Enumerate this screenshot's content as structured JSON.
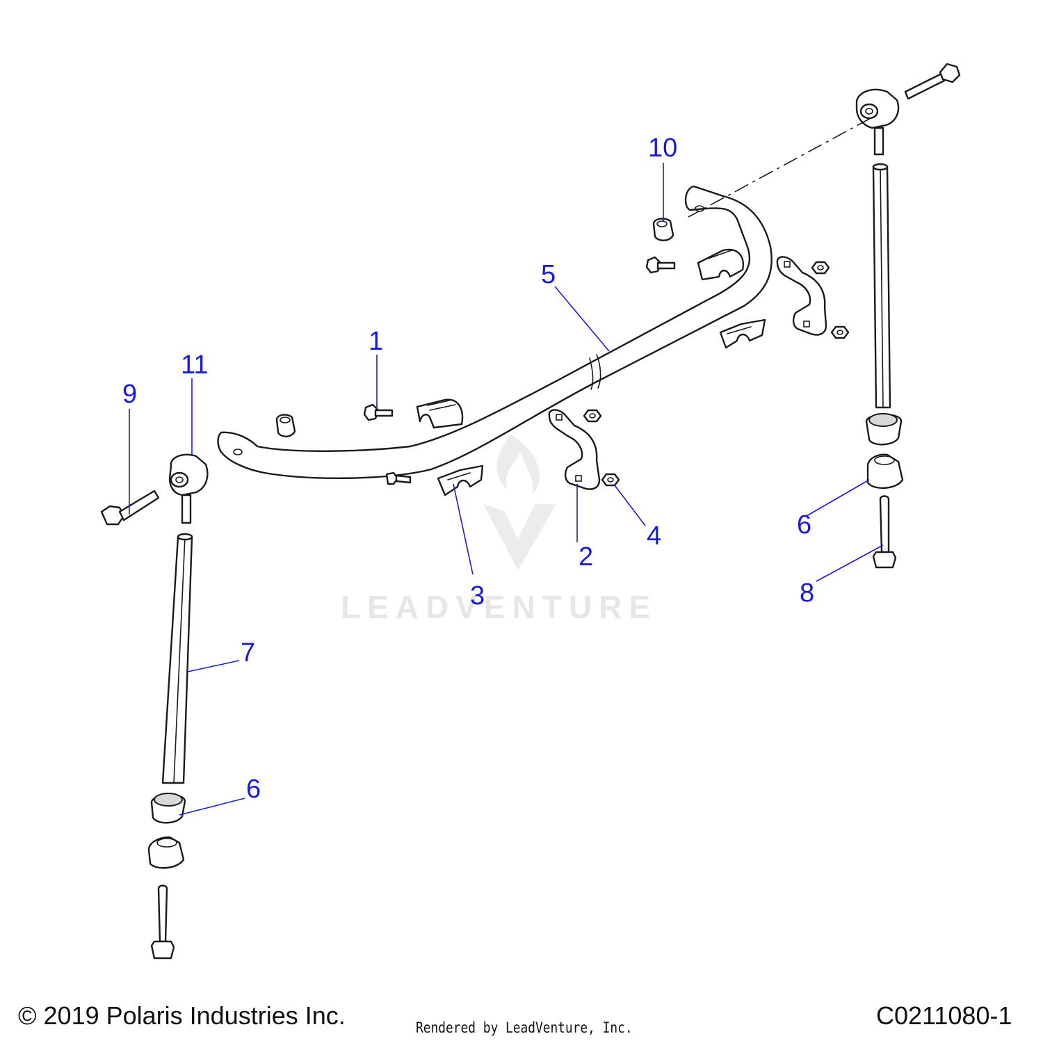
{
  "watermark": {
    "brand": "LEADVENTURE"
  },
  "callouts": [
    {
      "id": "1",
      "label": "1"
    },
    {
      "id": "2",
      "label": "2"
    },
    {
      "id": "3",
      "label": "3"
    },
    {
      "id": "4",
      "label": "4"
    },
    {
      "id": "5",
      "label": "5"
    },
    {
      "id": "6a",
      "label": "6"
    },
    {
      "id": "6b",
      "label": "6"
    },
    {
      "id": "7",
      "label": "7"
    },
    {
      "id": "8",
      "label": "8"
    },
    {
      "id": "9",
      "label": "9"
    },
    {
      "id": "10",
      "label": "10"
    },
    {
      "id": "11",
      "label": "11"
    }
  ],
  "footer": {
    "copyright": "© 2019 Polaris Industries Inc.",
    "rendered_by": "Rendered by LeadVenture, Inc.",
    "drawing_number": "C0211080-1"
  },
  "colors": {
    "callout": "#1a1adc",
    "line": "#1a1a1a",
    "watermark": "#e6e6e6"
  }
}
